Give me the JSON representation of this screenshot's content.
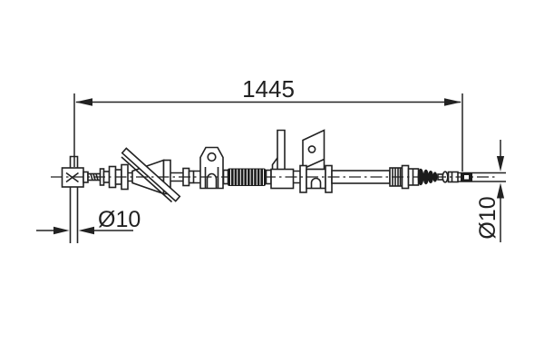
{
  "diagram": {
    "dimensions": {
      "overall_length": "1445",
      "left_diameter": "Ø10",
      "right_diameter": "Ø10"
    },
    "colors": {
      "line": "#222222",
      "background": "#ffffff",
      "dark_fill": "#1c1c1c"
    }
  }
}
